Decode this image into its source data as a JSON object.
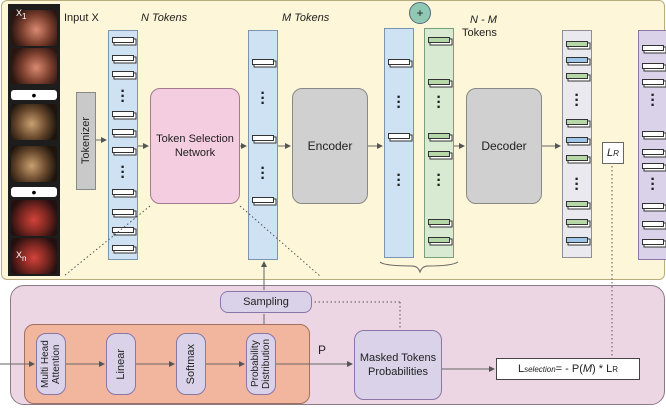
{
  "labels": {
    "input_x": "Input X",
    "n_tokens": "N Tokens",
    "m_tokens": "M Tokens",
    "nm_tokens_1": "N - M",
    "nm_tokens_2": "Tokens",
    "tokenizer": "Tokenizer",
    "token_selection": "Token Selection Network",
    "encoder": "Encoder",
    "decoder": "Decoder",
    "plus": "+",
    "lr_l": "L",
    "lr_sub": "R",
    "sampling": "Sampling",
    "multi_head": "Multi Head Attention",
    "linear": "Linear",
    "softmax": "Softmax",
    "prob_dist": "Probability Distribution",
    "p": "P",
    "masked_probs": "Masked Tokens Probabilities",
    "loss_l": "L",
    "loss_sub": "selection",
    "loss_mid": " = - P(",
    "loss_m": "M",
    "loss_end": ") * L",
    "loss_r": "R",
    "frame_x": "X",
    "frame_sub_1": "1",
    "frame_sub_n": "n"
  },
  "colors": {
    "top_panel": "#fdf6d8",
    "bottom_panel": "#ecd6e3",
    "token_blue": "#cfe2f3",
    "token_green": "#d9ead3",
    "selection_net": "#f4cde0",
    "inner_block": "#f2b69e",
    "purple_box": "#d9d2e9"
  },
  "icons": [
    "plus-circle-icon",
    "arrow-right-icon",
    "dotted-connector-icon"
  ]
}
